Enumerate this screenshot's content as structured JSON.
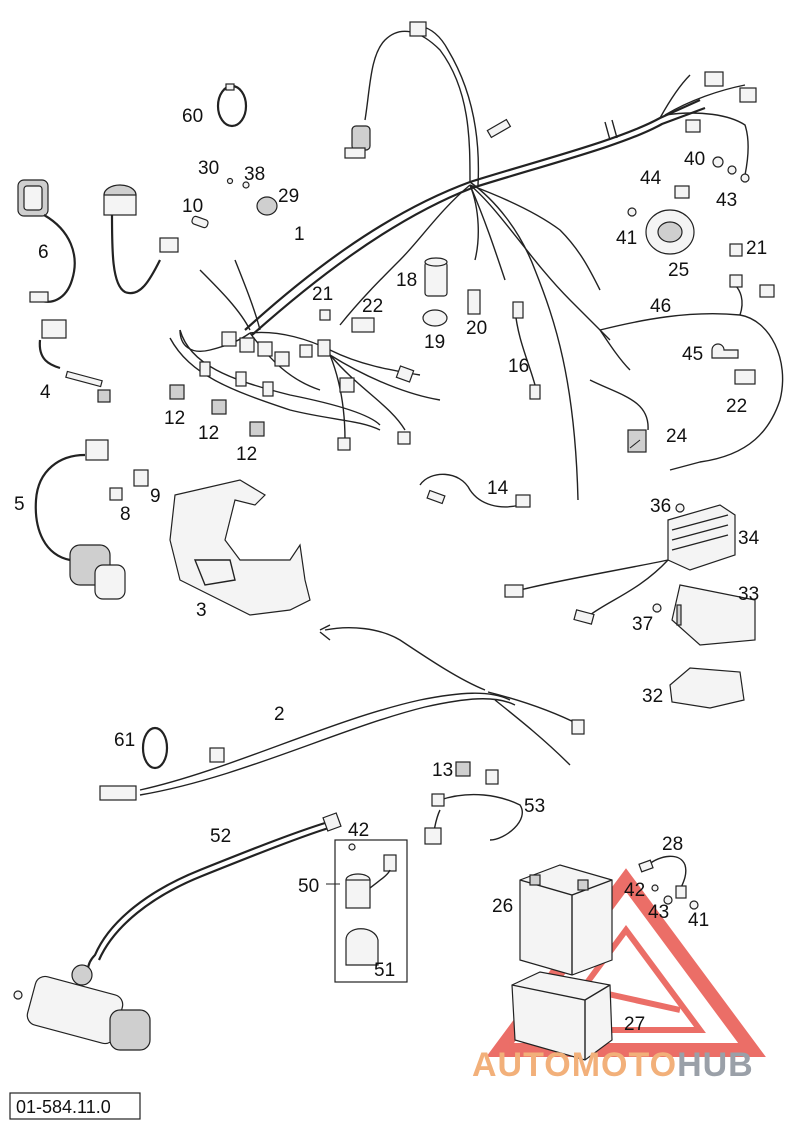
{
  "part_number": "01-584.11.0",
  "watermark": {
    "part1": "AUTOMOTO",
    "part2": "HUB",
    "colors": {
      "triangle": "#e8554d",
      "text1": "#f2b07a",
      "text2": "#9aa0a8"
    }
  },
  "callouts": [
    {
      "id": "c60",
      "text": "60"
    },
    {
      "id": "c30",
      "text": "30"
    },
    {
      "id": "c38",
      "text": "38"
    },
    {
      "id": "c29",
      "text": "29"
    },
    {
      "id": "c10",
      "text": "10"
    },
    {
      "id": "c6",
      "text": "6"
    },
    {
      "id": "c1",
      "text": "1"
    },
    {
      "id": "c18",
      "text": "18"
    },
    {
      "id": "c21a",
      "text": "21"
    },
    {
      "id": "c22a",
      "text": "22"
    },
    {
      "id": "c19",
      "text": "19"
    },
    {
      "id": "c20",
      "text": "20"
    },
    {
      "id": "c16",
      "text": "16"
    },
    {
      "id": "c4",
      "text": "4"
    },
    {
      "id": "c12a",
      "text": "12"
    },
    {
      "id": "c12b",
      "text": "12"
    },
    {
      "id": "c12c",
      "text": "12"
    },
    {
      "id": "c40",
      "text": "40"
    },
    {
      "id": "c44",
      "text": "44"
    },
    {
      "id": "c43a",
      "text": "43"
    },
    {
      "id": "c41a",
      "text": "41"
    },
    {
      "id": "c25",
      "text": "25"
    },
    {
      "id": "c21b",
      "text": "21"
    },
    {
      "id": "c46",
      "text": "46"
    },
    {
      "id": "c45",
      "text": "45"
    },
    {
      "id": "c22b",
      "text": "22"
    },
    {
      "id": "c24",
      "text": "24"
    },
    {
      "id": "c14",
      "text": "14"
    },
    {
      "id": "c5",
      "text": "5"
    },
    {
      "id": "c8",
      "text": "8"
    },
    {
      "id": "c9",
      "text": "9"
    },
    {
      "id": "c3",
      "text": "3"
    },
    {
      "id": "c36",
      "text": "36"
    },
    {
      "id": "c34",
      "text": "34"
    },
    {
      "id": "c33",
      "text": "33"
    },
    {
      "id": "c37",
      "text": "37"
    },
    {
      "id": "c32",
      "text": "32"
    },
    {
      "id": "c2",
      "text": "2"
    },
    {
      "id": "c61",
      "text": "61"
    },
    {
      "id": "c13",
      "text": "13"
    },
    {
      "id": "c53",
      "text": "53"
    },
    {
      "id": "c52",
      "text": "52"
    },
    {
      "id": "c42a",
      "text": "42"
    },
    {
      "id": "c50",
      "text": "50"
    },
    {
      "id": "c51",
      "text": "51"
    },
    {
      "id": "c28",
      "text": "28"
    },
    {
      "id": "c26",
      "text": "26"
    },
    {
      "id": "c42b",
      "text": "42"
    },
    {
      "id": "c43b",
      "text": "43"
    },
    {
      "id": "c41b",
      "text": "41"
    },
    {
      "id": "c27",
      "text": "27"
    }
  ]
}
